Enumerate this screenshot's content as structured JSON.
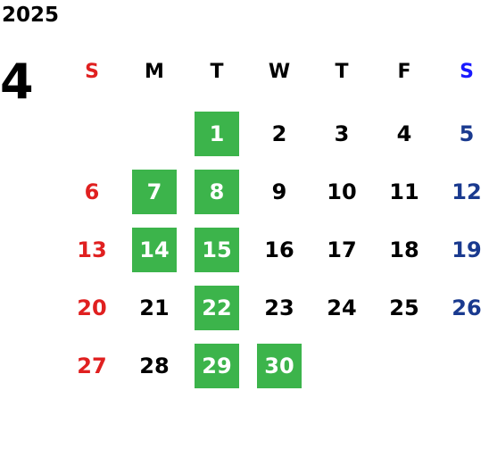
{
  "calendar": {
    "year": "2025",
    "month": "4",
    "weekdays": [
      "S",
      "M",
      "T",
      "W",
      "T",
      "F",
      "S"
    ],
    "first_weekday_index": 2,
    "colors": {
      "sunday": "#e02020",
      "saturday_header": "#1a1aff",
      "saturday_day": "#1a3a8f",
      "weekday": "#000000",
      "highlight_bg": "#3cb44b",
      "highlight_text": "#ffffff"
    },
    "days": [
      {
        "label": "1",
        "highlighted": true
      },
      {
        "label": "2",
        "highlighted": false
      },
      {
        "label": "3",
        "highlighted": false
      },
      {
        "label": "4",
        "highlighted": false
      },
      {
        "label": "5",
        "highlighted": false
      },
      {
        "label": "6",
        "highlighted": false
      },
      {
        "label": "7",
        "highlighted": true
      },
      {
        "label": "8",
        "highlighted": true
      },
      {
        "label": "9",
        "highlighted": false
      },
      {
        "label": "10",
        "highlighted": false
      },
      {
        "label": "11",
        "highlighted": false
      },
      {
        "label": "12",
        "highlighted": false
      },
      {
        "label": "13",
        "highlighted": false
      },
      {
        "label": "14",
        "highlighted": true
      },
      {
        "label": "15",
        "highlighted": true
      },
      {
        "label": "16",
        "highlighted": false
      },
      {
        "label": "17",
        "highlighted": false
      },
      {
        "label": "18",
        "highlighted": false
      },
      {
        "label": "19",
        "highlighted": false
      },
      {
        "label": "20",
        "highlighted": false
      },
      {
        "label": "21",
        "highlighted": false
      },
      {
        "label": "22",
        "highlighted": true
      },
      {
        "label": "23",
        "highlighted": false
      },
      {
        "label": "24",
        "highlighted": false
      },
      {
        "label": "25",
        "highlighted": false
      },
      {
        "label": "26",
        "highlighted": false
      },
      {
        "label": "27",
        "highlighted": false
      },
      {
        "label": "28",
        "highlighted": false
      },
      {
        "label": "29",
        "highlighted": true
      },
      {
        "label": "30",
        "highlighted": true
      }
    ]
  }
}
